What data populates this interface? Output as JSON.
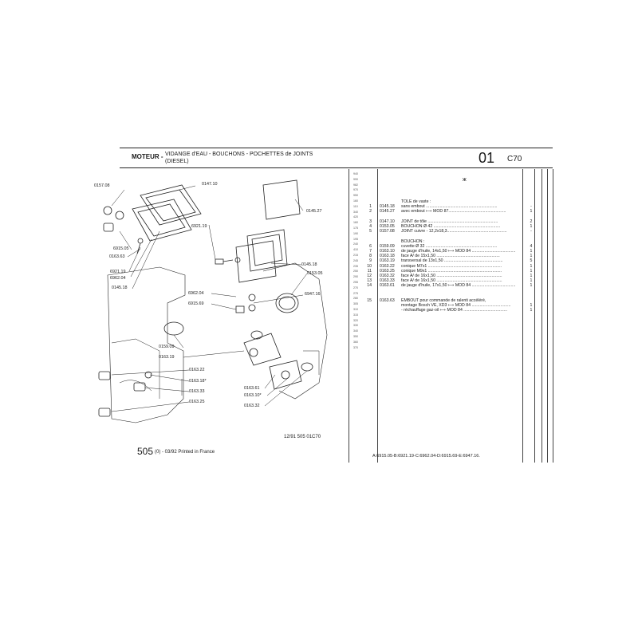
{
  "header": {
    "section": "MOTEUR -",
    "title_line1": "VIDANGE d'EAU - BOUCHONS - POCHETTES de JOINTS",
    "title_line2": "(DIESEL)",
    "code": "01",
    "subcode": "C70"
  },
  "side_numbers": [
    "940",
    "990",
    "982",
    "970",
    "950",
    "160",
    "110",
    "340",
    "420",
    "160",
    "175",
    "190",
    "195",
    "240",
    "410",
    "215",
    "245",
    "235",
    "250",
    "290",
    "255",
    "270",
    "275",
    "280",
    "305",
    "310",
    "315",
    "320",
    "330",
    "340",
    "350",
    "360",
    "370"
  ],
  "table": {
    "rows": [
      {
        "pos": "",
        "ref": "",
        "des": "TOLE de vaste :",
        "qty": ""
      },
      {
        "pos": "1",
        "ref": "0145.18",
        "des": "sans embout ..............................................................",
        "qty": "-"
      },
      {
        "pos": "2",
        "ref": "0145.27",
        "des": "avec embout ⟼ MOD 87..................................................",
        "qty": "1"
      },
      {
        "pos": "",
        "ref": "",
        "des": "",
        "qty": ""
      },
      {
        "pos": "3",
        "ref": "0147.10",
        "des": "JOINT de tôle .............................................................",
        "qty": "2"
      },
      {
        "pos": "4",
        "ref": "0153.05",
        "des": "BOUCHON Ø 42 ..........................................................",
        "qty": "1"
      },
      {
        "pos": "5",
        "ref": "0157.08",
        "des": "JOINT cuivre - 12,2x18,3....................................................",
        "qty": "-"
      },
      {
        "pos": "",
        "ref": "",
        "des": "",
        "qty": ""
      },
      {
        "pos": "",
        "ref": "",
        "des": "BOUCHON :",
        "qty": ""
      },
      {
        "pos": "6",
        "ref": "0159.09",
        "des": "cuvette Ø 32 ..............................................................",
        "qty": "4"
      },
      {
        "pos": "7",
        "ref": "0163.10",
        "des": "de jauge d'huile, 14x1,50 ⟼ MOD 84 ......................................",
        "qty": "1"
      },
      {
        "pos": "8",
        "ref": "0163.18",
        "des": "face A/ de 15x1,50 .......................................................",
        "qty": "1"
      },
      {
        "pos": "9",
        "ref": "0163.19",
        "des": "transversal de 13x1,50 ...................................................",
        "qty": "5"
      },
      {
        "pos": "10",
        "ref": "0163.22",
        "des": "conique M7x1 ................................................................",
        "qty": "1"
      },
      {
        "pos": "11",
        "ref": "0163.25",
        "des": "conique M9x1 ................................................................",
        "qty": "1"
      },
      {
        "pos": "12",
        "ref": "0163.32",
        "des": "face A/ de 16x1,50 .........................................................",
        "qty": "1"
      },
      {
        "pos": "13",
        "ref": "0163.33",
        "des": "face A/ de 16x1,50 .........................................................",
        "qty": "1"
      },
      {
        "pos": "14",
        "ref": "0163.61",
        "des": "de jauge d'huile, 17x1,50 ⟼ MOD 84 ......................................",
        "qty": "1"
      },
      {
        "pos": "",
        "ref": "",
        "des": "",
        "qty": ""
      },
      {
        "pos": "",
        "ref": "",
        "des": "",
        "qty": ""
      },
      {
        "pos": "15",
        "ref": "0163.63",
        "des": "EMBOUT pour commande de ralenti accéléré,",
        "qty": ""
      },
      {
        "pos": "",
        "ref": "",
        "des": "montage Bosch VE, XD3 ⟼ MOD 84 ..................................",
        "qty": "1"
      },
      {
        "pos": "",
        "ref": "",
        "des": "- réchauffage gaz-oil ⟼ MOD 84 ......................................",
        "qty": "1"
      }
    ]
  },
  "callouts": [
    {
      "id": "c1",
      "text": "0157.08"
    },
    {
      "id": "c2",
      "text": "0147.10"
    },
    {
      "id": "c3",
      "text": "0145.27"
    },
    {
      "id": "c4",
      "text": "6915.05"
    },
    {
      "id": "c5",
      "text": "0163.63"
    },
    {
      "id": "c6",
      "text": "6921.19"
    },
    {
      "id": "c7",
      "text": "6962.04"
    },
    {
      "id": "c8",
      "text": "0145.18"
    },
    {
      "id": "c9",
      "text": "6921.19"
    },
    {
      "id": "c10",
      "text": "0145.18"
    },
    {
      "id": "c11",
      "text": "0153.05"
    },
    {
      "id": "c12",
      "text": "6962.04"
    },
    {
      "id": "c13",
      "text": "6915.69"
    },
    {
      "id": "c14",
      "text": "6947.16"
    },
    {
      "id": "c15",
      "text": "0159.09"
    },
    {
      "id": "c16",
      "text": "0163.19"
    },
    {
      "id": "c17",
      "text": "0163.22"
    },
    {
      "id": "c18",
      "text": "0163.18*"
    },
    {
      "id": "c19",
      "text": "0163.33"
    },
    {
      "id": "c20",
      "text": "0163.25"
    },
    {
      "id": "c21",
      "text": "0163.61"
    },
    {
      "id": "c22",
      "text": "0163.10*"
    },
    {
      "id": "c23",
      "text": "0163.32"
    }
  ],
  "footer": {
    "page_number": "505",
    "page_suffix": "(0) - 03/92 Printed in France",
    "date_code": "12/91  505  01C70",
    "note": "A:6915.05-B:6921.19-C:6962.04-D:6915.69-E:6947.16."
  },
  "mark": "ж"
}
